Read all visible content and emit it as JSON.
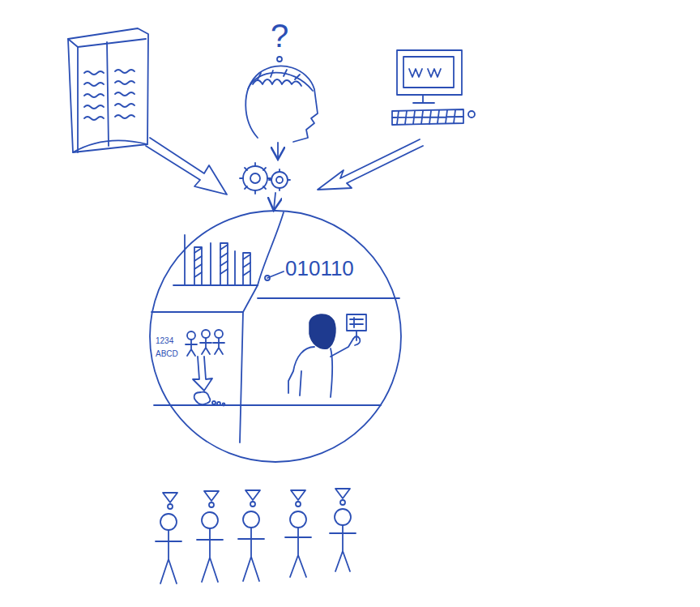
{
  "diagram": {
    "labels": [
      "?",
      "010110",
      "1234",
      "ABCD"
    ]
  }
}
